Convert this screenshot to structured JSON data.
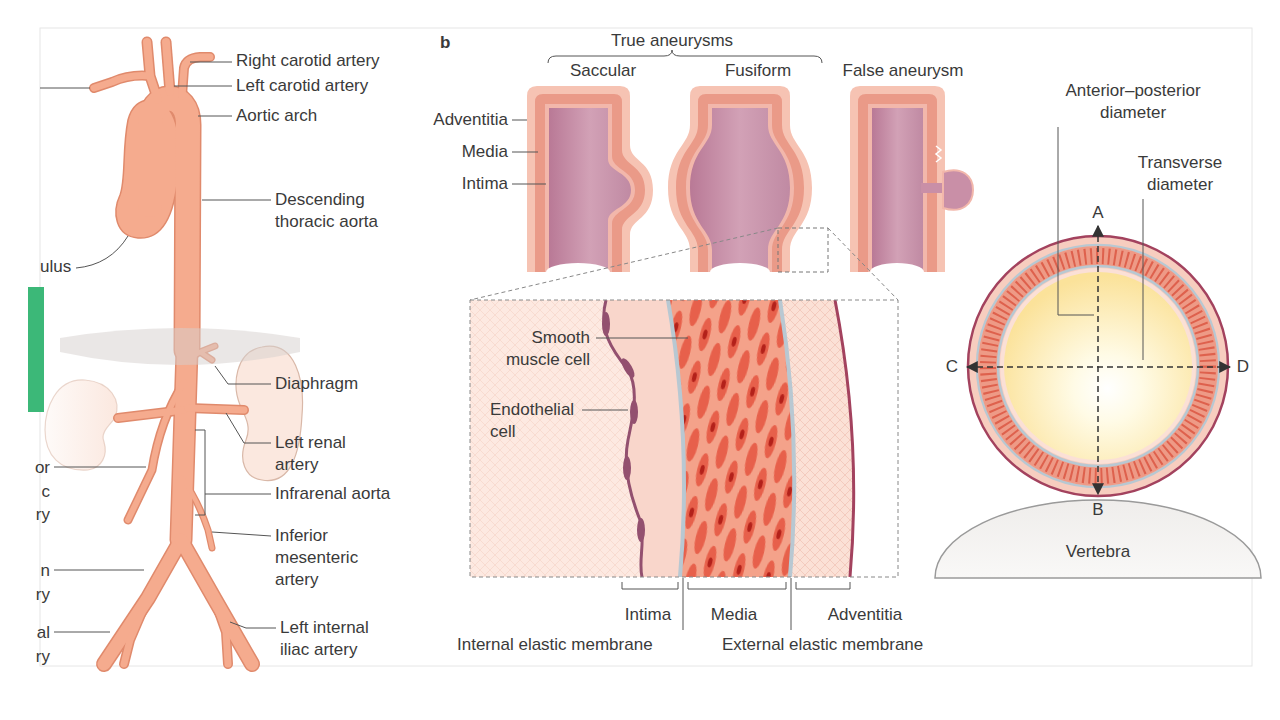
{
  "diagram": {
    "nodes": [
      {
        "text": [
          "Vertebra"
        ]
      }
    ],
    "labels": [
      "Right carotid artery",
      "Left carotid artery",
      "Aortic arch",
      "Descending thoracic aorta",
      "ulus",
      "Diaphragm",
      "Left renal artery",
      "Infrarenal aorta",
      "Inferior mesenteric artery",
      "Left internal iliac artery",
      "or c ry",
      "n ry",
      "al ry",
      "b",
      "True aneurysms",
      "Saccular",
      "Fusiform",
      "False aneurysm",
      "Adventitia",
      "Media",
      "Intima",
      "Smooth muscle cell",
      "Endothelial cell",
      "Intima",
      "Media",
      "Adventitia",
      "Internal elastic membrane",
      "External elastic membrane",
      "Anterior–posterior diameter",
      "Transverse diameter",
      "A",
      "C",
      "D",
      "B"
    ]
  }
}
